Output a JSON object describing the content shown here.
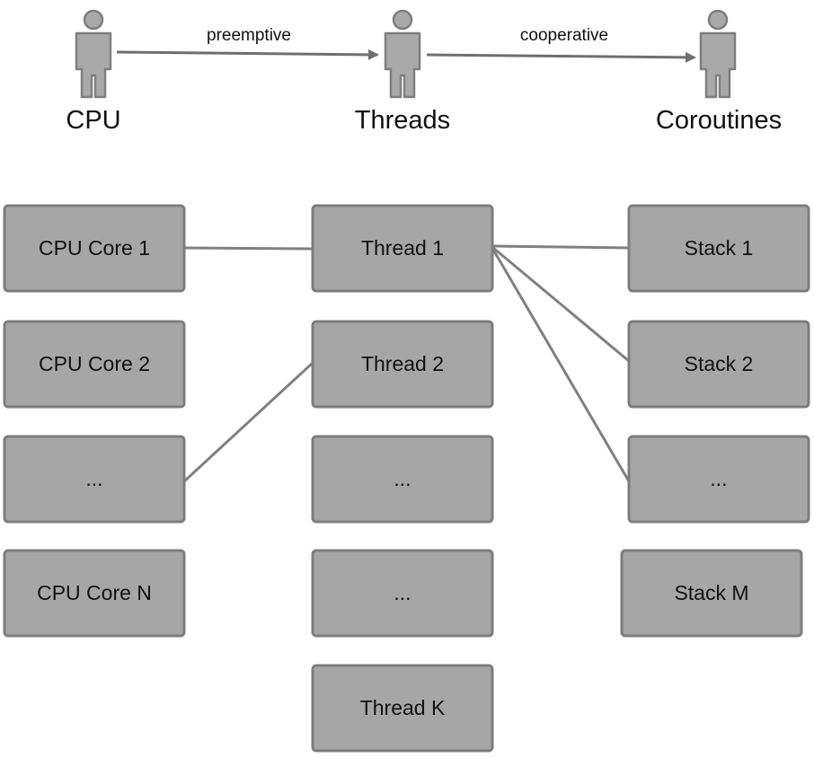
{
  "colors": {
    "box_fill": "#a6a6a6",
    "box_stroke": "#7d7d7d",
    "actor_fill": "#a9a9a9",
    "actor_stroke": "#7f7f7f",
    "line": "#808080",
    "arrow": "#6f6f6f",
    "text": "#111111"
  },
  "actors": {
    "cpu": {
      "label": "CPU",
      "icon": "person-icon"
    },
    "threads": {
      "label": "Threads",
      "icon": "person-icon"
    },
    "coroutines": {
      "label": "Coroutines",
      "icon": "person-icon"
    }
  },
  "edges": {
    "cpu_threads": "preemptive",
    "threads_coroutines": "cooperative"
  },
  "columns": {
    "cores": [
      "CPU Core 1",
      "CPU Core 2",
      "...",
      "CPU Core N"
    ],
    "threads": [
      "Thread 1",
      "Thread 2",
      "...",
      "...",
      "Thread K"
    ],
    "stacks": [
      "Stack 1",
      "Stack 2",
      "...",
      "Stack M"
    ]
  },
  "connections": [
    {
      "from": "CPU Core 1",
      "to": "Thread 1"
    },
    {
      "from": "... (cores)",
      "to": "Thread 2"
    },
    {
      "from": "Thread 1",
      "to": "Stack 1"
    },
    {
      "from": "Thread 1",
      "to": "Stack 2"
    },
    {
      "from": "Thread 1",
      "to": "... (stacks)"
    }
  ]
}
